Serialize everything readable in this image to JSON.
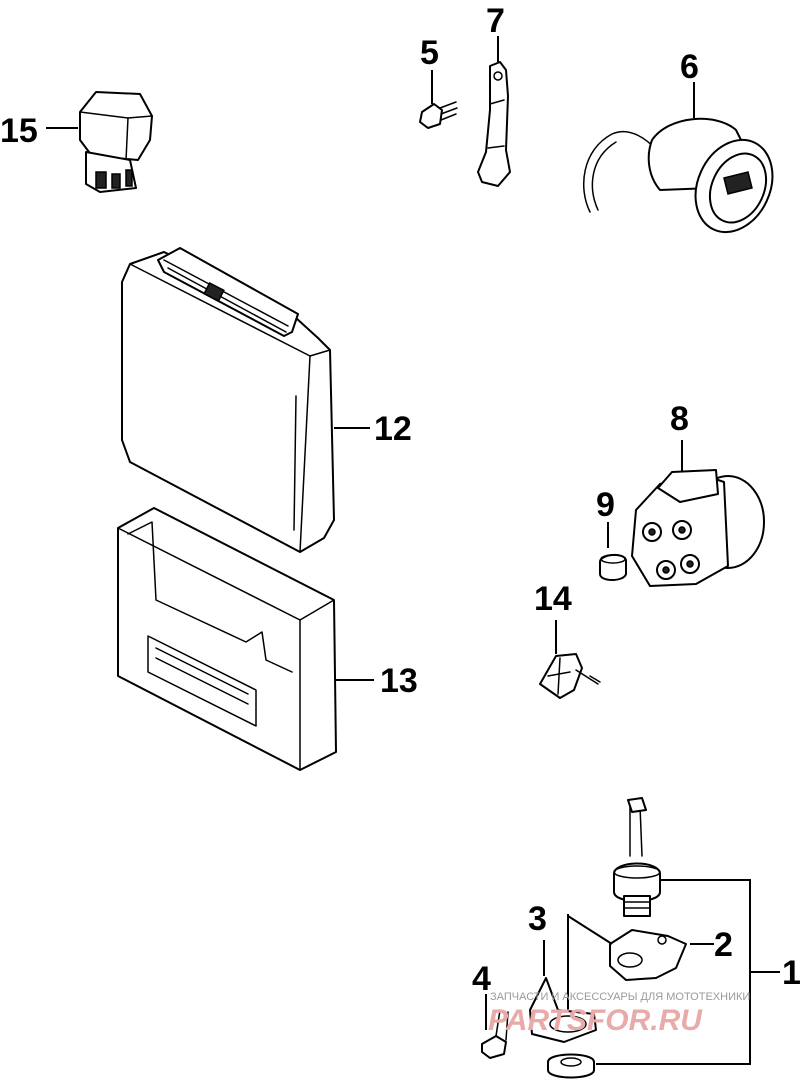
{
  "callouts": {
    "c1": "1",
    "c2": "2",
    "c3": "3",
    "c4": "4",
    "c5": "5",
    "c6": "6",
    "c7": "7",
    "c8": "8",
    "c9": "9",
    "c12": "12",
    "c13": "13",
    "c14": "14",
    "c15": "15"
  },
  "watermark": {
    "tagline": "ЗАПЧАСТИ И АКСЕССУАРЫ ДЛЯ МОТОТЕХНИКИ",
    "brand": "PARTSFOR.RU",
    "brand_color": "#e9aaaa"
  }
}
